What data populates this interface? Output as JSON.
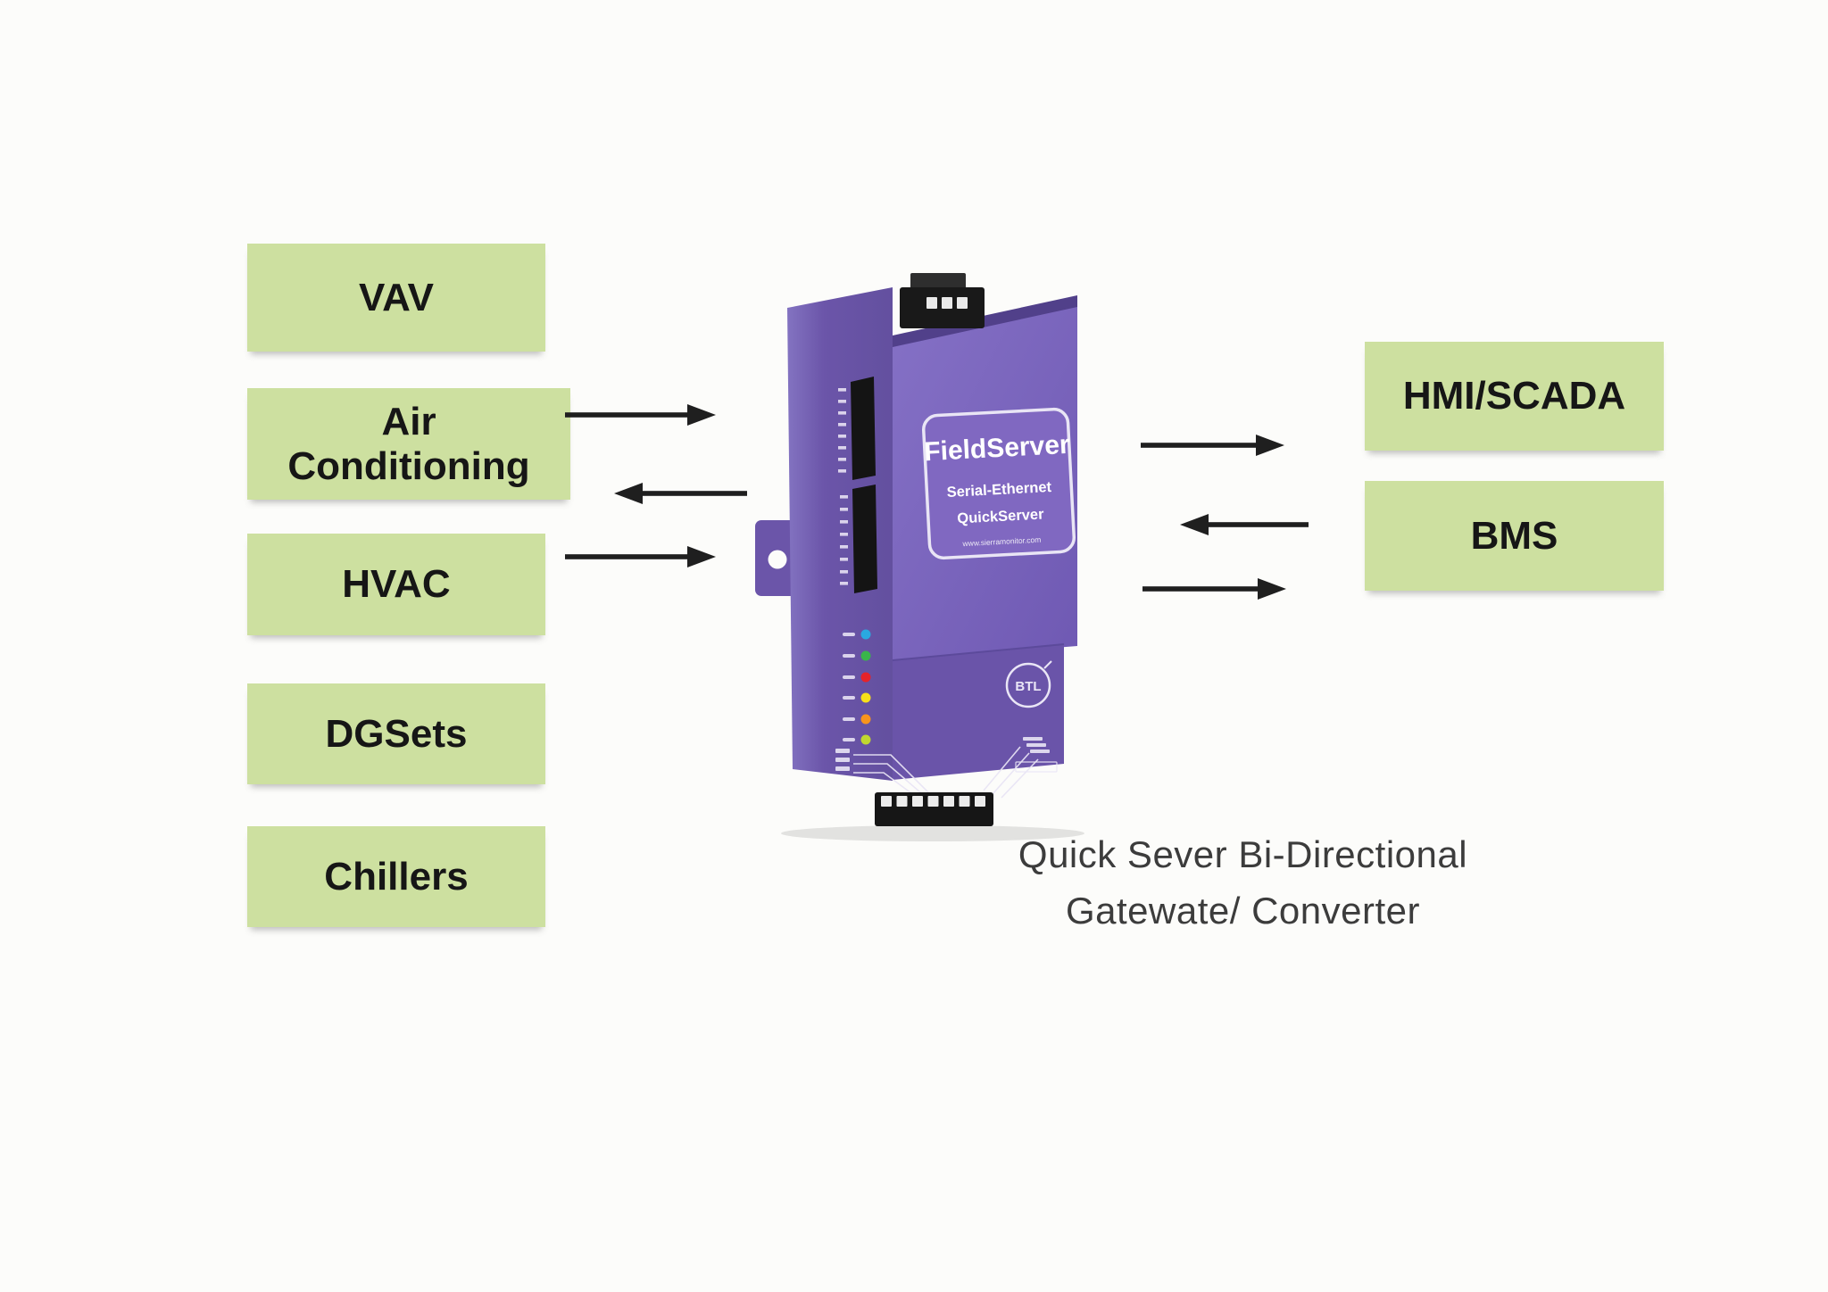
{
  "colors": {
    "background": "#fcfcfa",
    "box_green": "#cde0a0",
    "box_text": "#161616",
    "arrow": "#1f1f1f",
    "device_purple_front": "#7a64bd",
    "device_purple_side": "#6b55a9",
    "caption_text": "#3c3c3c"
  },
  "left_column": {
    "items": [
      {
        "label": "VAV"
      },
      {
        "label": "Air Conditioning"
      },
      {
        "label": "HVAC"
      },
      {
        "label": "DGSets"
      },
      {
        "label": "Chillers"
      }
    ]
  },
  "right_column": {
    "items": [
      {
        "label": "HMI/SCADA"
      },
      {
        "label": "BMS"
      }
    ]
  },
  "device": {
    "brand": "FieldServer",
    "model_line1": "Serial-Ethernet",
    "model_line2": "QuickServer",
    "url": "www.sierramonitor.com",
    "badge": "BTL",
    "leds": [
      {
        "name": "led-blue",
        "color": "#2aa9e0"
      },
      {
        "name": "led-green",
        "color": "#39b54a"
      },
      {
        "name": "led-red",
        "color": "#e6232a"
      },
      {
        "name": "led-yellow",
        "color": "#f8e01a"
      },
      {
        "name": "led-orange",
        "color": "#f7941d"
      },
      {
        "name": "led-lime",
        "color": "#c0d72f"
      }
    ]
  },
  "caption": {
    "line1": "Quick Sever Bi-Directional",
    "line2": "Gatewate/ Converter"
  }
}
